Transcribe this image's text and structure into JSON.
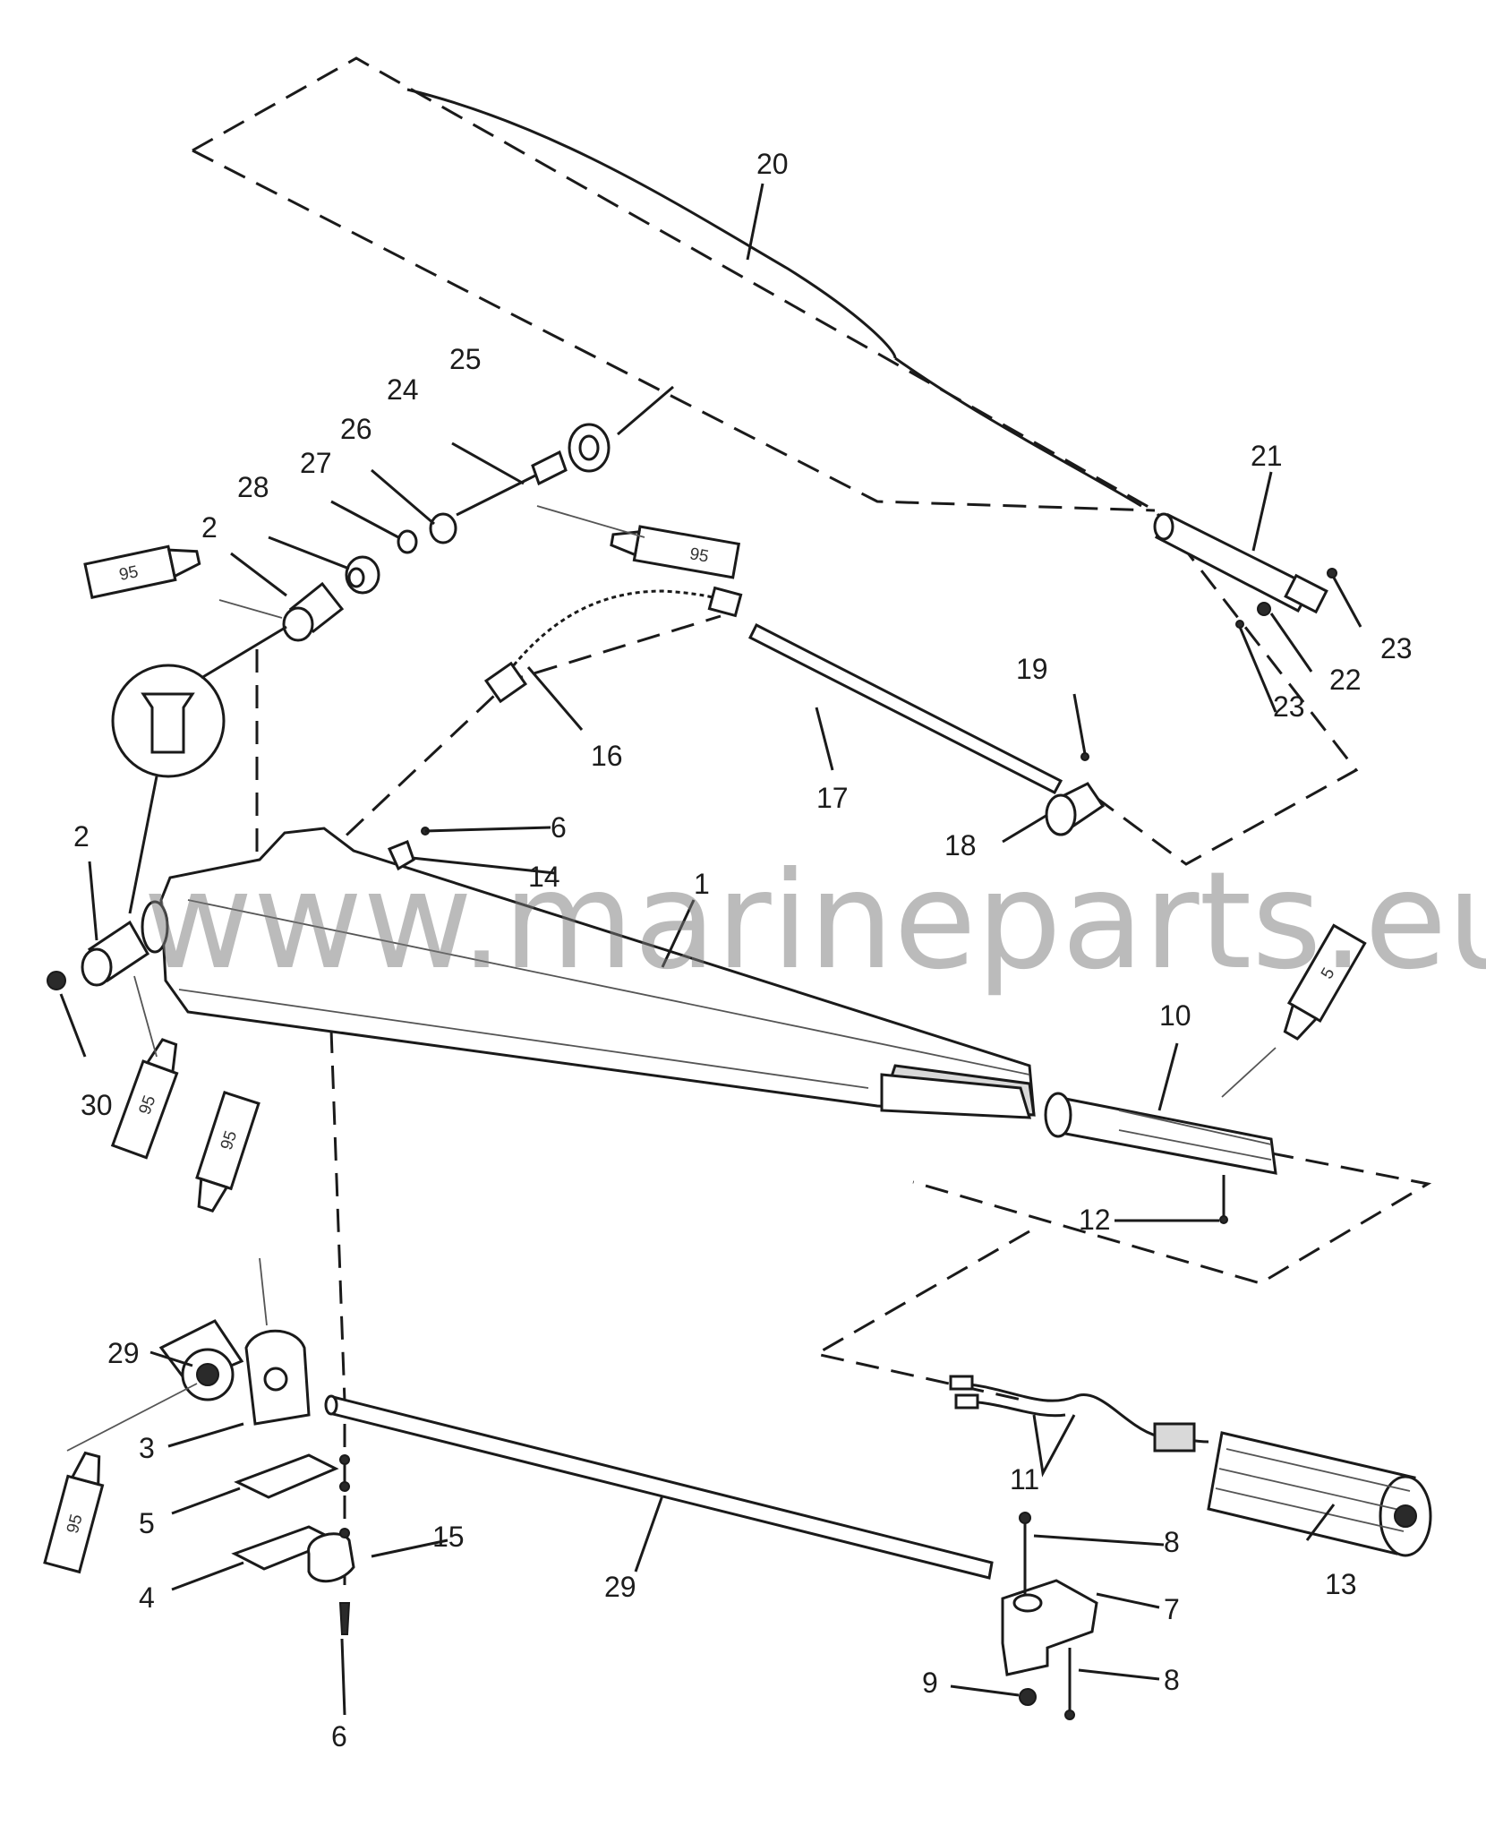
{
  "watermark": "www.marineparts.eu",
  "callouts": [
    {
      "id": "c1",
      "text": "1"
    },
    {
      "id": "c2a",
      "text": "2"
    },
    {
      "id": "c2b",
      "text": "2"
    },
    {
      "id": "c3",
      "text": "3"
    },
    {
      "id": "c4",
      "text": "4"
    },
    {
      "id": "c5",
      "text": "5"
    },
    {
      "id": "c6a",
      "text": "6"
    },
    {
      "id": "c6b",
      "text": "6"
    },
    {
      "id": "c7",
      "text": "7"
    },
    {
      "id": "c8a",
      "text": "8"
    },
    {
      "id": "c8b",
      "text": "8"
    },
    {
      "id": "c9",
      "text": "9"
    },
    {
      "id": "c10",
      "text": "10"
    },
    {
      "id": "c11",
      "text": "11"
    },
    {
      "id": "c12",
      "text": "12"
    },
    {
      "id": "c13",
      "text": "13"
    },
    {
      "id": "c14",
      "text": "14"
    },
    {
      "id": "c15",
      "text": "15"
    },
    {
      "id": "c16",
      "text": "16"
    },
    {
      "id": "c17",
      "text": "17"
    },
    {
      "id": "c18",
      "text": "18"
    },
    {
      "id": "c19",
      "text": "19"
    },
    {
      "id": "c20",
      "text": "20"
    },
    {
      "id": "c21",
      "text": "21"
    },
    {
      "id": "c22",
      "text": "22"
    },
    {
      "id": "c23a",
      "text": "23"
    },
    {
      "id": "c23b",
      "text": "23"
    },
    {
      "id": "c24",
      "text": "24"
    },
    {
      "id": "c25",
      "text": "25"
    },
    {
      "id": "c26",
      "text": "26"
    },
    {
      "id": "c27",
      "text": "27"
    },
    {
      "id": "c28",
      "text": "28"
    },
    {
      "id": "c29a",
      "text": "29"
    },
    {
      "id": "c29b",
      "text": "29"
    },
    {
      "id": "c30",
      "text": "30"
    }
  ],
  "lubricant_tubes": [
    {
      "id": "t95a",
      "text": "95"
    },
    {
      "id": "t95b",
      "text": "95"
    },
    {
      "id": "t95c",
      "text": "95"
    },
    {
      "id": "t95d",
      "text": "95"
    },
    {
      "id": "t95e",
      "text": "95"
    },
    {
      "id": "t5",
      "text": "5"
    }
  ]
}
